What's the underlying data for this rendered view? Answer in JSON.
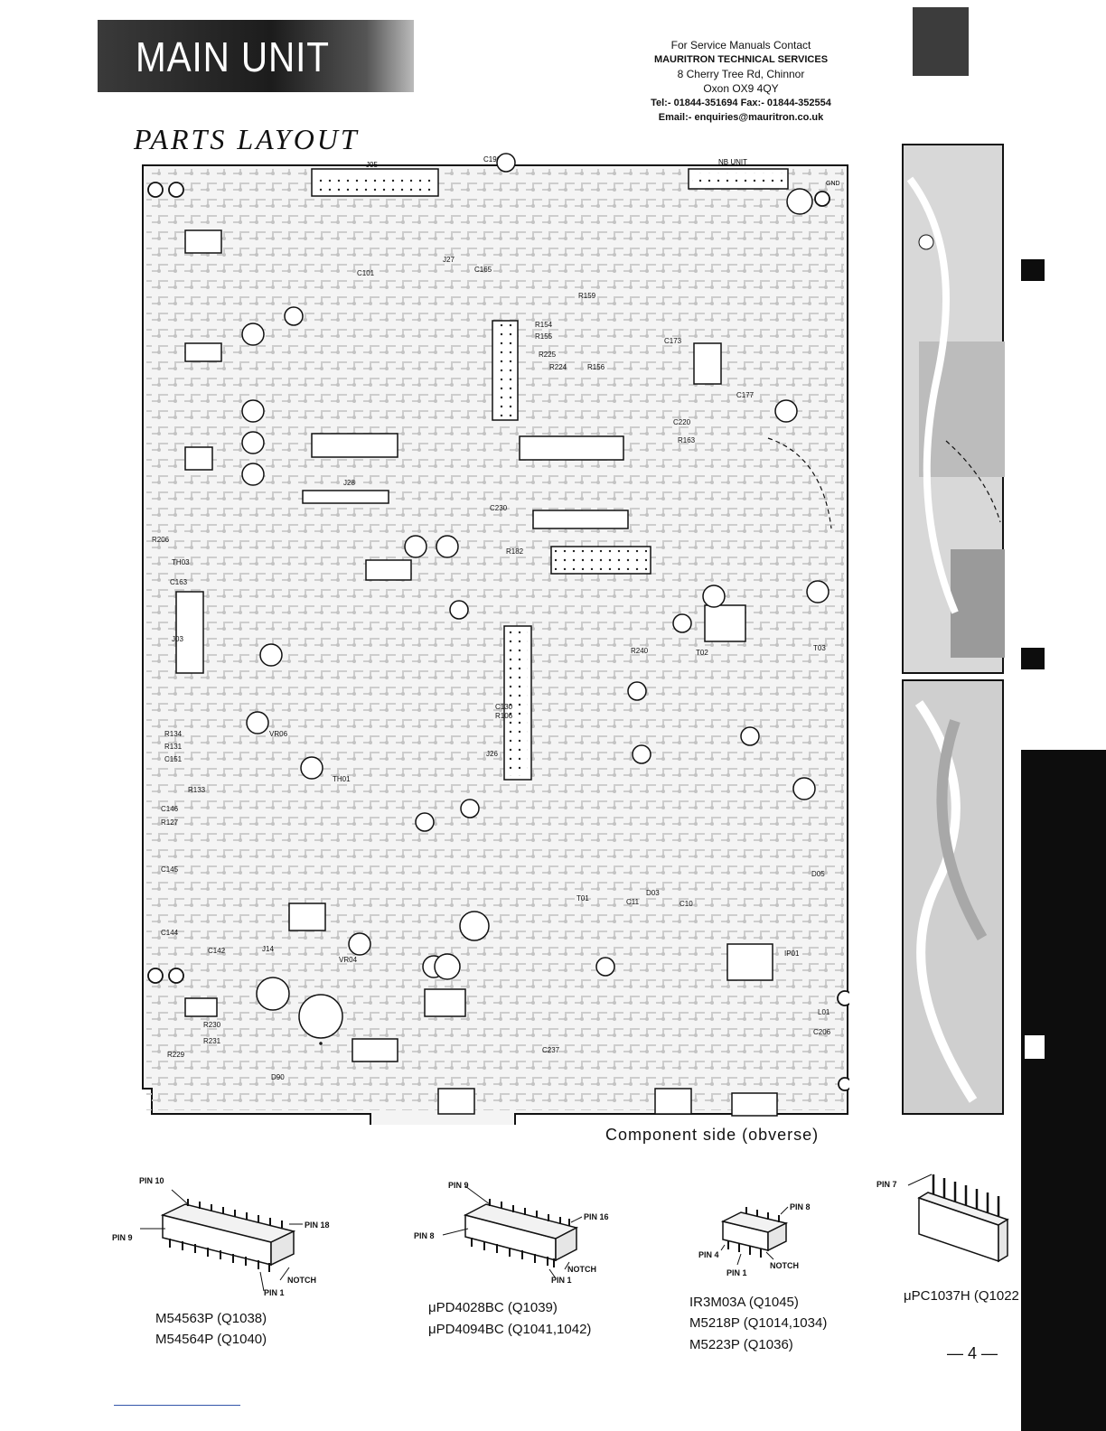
{
  "header": {
    "title": "MAIN UNIT",
    "section_title": "PARTS LAYOUT"
  },
  "contact": {
    "line1": "For Service Manuals Contact",
    "line2": "MAURITRON TECHNICAL SERVICES",
    "line3": "8 Cherry Tree Rd, Chinnor",
    "line4": "Oxon OX9 4QY",
    "line5": "Tel:- 01844-351694 Fax:- 01844-352554",
    "line6": "Email:- enquiries@mauritron.co.uk"
  },
  "board": {
    "caption": "Component side (obverse)",
    "labels": {
      "j05": "J05",
      "nb_unit": "NB UNIT",
      "c196": "C196",
      "gnd": "GND",
      "j27": "J27",
      "c101": "C101",
      "c165": "C165",
      "r159": "R159",
      "r154": "R154",
      "r155": "R155",
      "r225": "R225",
      "r224": "R224",
      "r156": "R156",
      "c173": "C173",
      "c177": "C177",
      "r163": "R163",
      "c220": "C220",
      "j28": "J28",
      "c230": "C230",
      "r182": "R182",
      "c163": "C163",
      "j03": "J03",
      "r134": "R134",
      "r131": "R131",
      "c151": "C151",
      "r133": "R133",
      "c146": "C146",
      "r127": "R127",
      "c145": "C145",
      "c144": "C144",
      "c142": "C142",
      "j14": "J14",
      "r230": "R230",
      "r231": "R231",
      "r229": "R229",
      "t01": "T01",
      "t02": "T02",
      "t03": "T03",
      "d05": "D05",
      "l01": "L01",
      "c206": "C206",
      "j26": "J26",
      "r240": "R240",
      "c130": "C130",
      "r106": "R106",
      "th01": "TH01",
      "th03": "TH03",
      "vr04": "VR04",
      "vr06": "VR06",
      "r206": "R206",
      "d90": "D90",
      "c237": "C237",
      "c11": "C11",
      "c10": "C10",
      "d03": "D03",
      "ip01": "IP01"
    }
  },
  "packages": [
    {
      "pins": {
        "a": "PIN 10",
        "b": "PIN 9",
        "c": "PIN 18",
        "d": "NOTCH",
        "e": "PIN 1"
      },
      "parts": [
        "M54563P (Q1038)",
        "M54564P (Q1040)"
      ]
    },
    {
      "pins": {
        "a": "PIN 9",
        "b": "PIN 8",
        "c": "PIN 16",
        "d": "NOTCH",
        "e": "PIN 1"
      },
      "parts": [
        "μPD4028BC (Q1039)",
        "μPD4094BC (Q1041,1042)"
      ]
    },
    {
      "pins": {
        "a": "PIN 8",
        "b": "PIN 4",
        "c": "NOTCH",
        "d": "PIN 1"
      },
      "parts": [
        "IR3M03A (Q1045)",
        "M5218P (Q1014,1034)",
        "M5223P (Q1036)"
      ]
    },
    {
      "pins": {
        "a": "PIN 7"
      },
      "parts": [
        "μPC1037H (Q1022"
      ]
    }
  ],
  "page_number": "— 4 —",
  "colors": {
    "ink": "#111111",
    "board_fill": "#f4f4f4",
    "header_dark": "#1c1c1c"
  },
  "icons": [
    "variable-resistor-icon",
    "electrolytic-capacitor-icon",
    "ic-package-icon",
    "mounting-hole-icon"
  ]
}
